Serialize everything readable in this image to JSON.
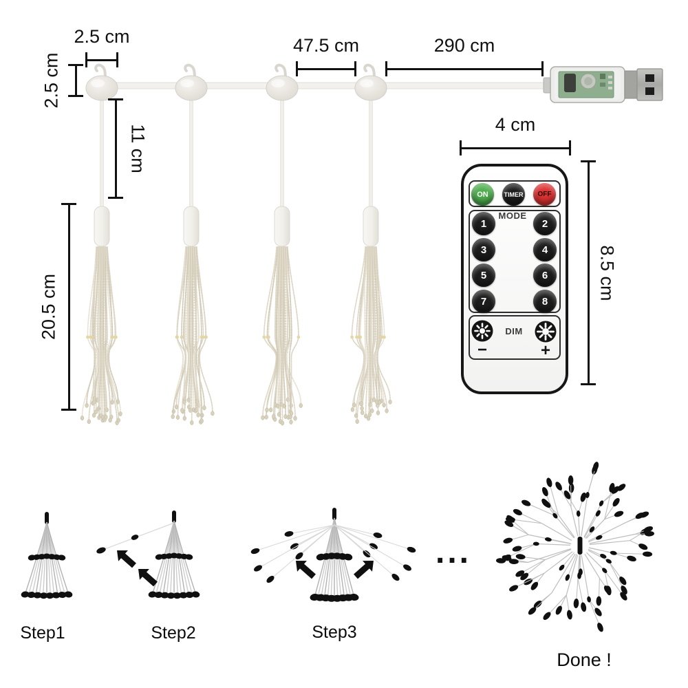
{
  "diagram": {
    "dimensions": {
      "hook_width": "2.5 cm",
      "hang_height": "2.5 cm",
      "drop_length": "11 cm",
      "spacing": "47.5 cm",
      "lead_length": "290 cm",
      "tassel_length": "20.5 cm"
    }
  },
  "remote": {
    "width_label": "4 cm",
    "height_label": "8.5 cm",
    "power_buttons": [
      {
        "label": "ON",
        "color": "#4fae4f"
      },
      {
        "label": "TIMER",
        "color": "#1c1c1c"
      },
      {
        "label": "OFF",
        "color": "#dd3232"
      }
    ],
    "mode_label": "MODE",
    "mode_buttons": [
      "1",
      "2",
      "3",
      "4",
      "5",
      "6",
      "7",
      "8"
    ],
    "dim_label": "DIM",
    "brightness_minus": "−",
    "brightness_plus": "+"
  },
  "steps": {
    "step1": "Step1",
    "step2": "Step2",
    "step3": "Step3",
    "ellipsis": "...",
    "done": "Done !"
  },
  "icons": {
    "hook": "hanger-hook-icon",
    "usb": "usb-plug-icon",
    "brightness_low": "brightness-low-icon",
    "brightness_high": "brightness-high-icon"
  },
  "colors": {
    "annotation": "#111111",
    "cable": "#f2f1ed",
    "knob": "#e9e6e0",
    "strand_palette": [
      "#ddd6c4",
      "#e7e2d4",
      "#cfc8b4",
      "#d9d3c3"
    ],
    "bead_gold": "#e2d5a4",
    "pcb_green": "#8fae8e",
    "cone_gray": "#c7c7c7",
    "burst_black": "#101010"
  }
}
